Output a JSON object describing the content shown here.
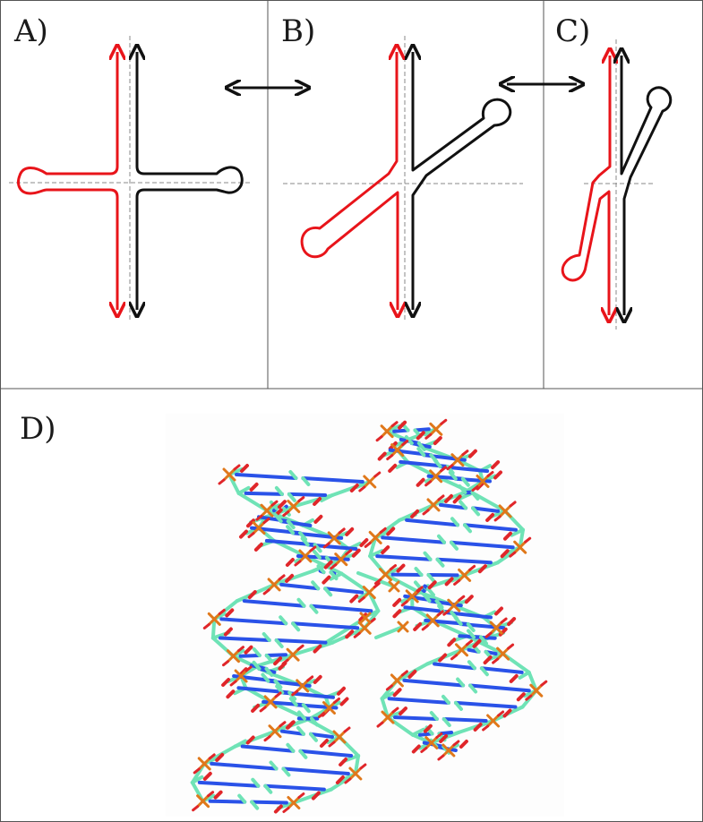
{
  "panels": {
    "a": {
      "label": "A)"
    },
    "b": {
      "label": "B)"
    },
    "c": {
      "label": "C)"
    },
    "d": {
      "label": "D)"
    }
  },
  "colors": {
    "strand_red": "#e8141a",
    "strand_black": "#111111",
    "border": "#555555",
    "guide": "#888888",
    "carbon": "#6fe3b6",
    "nitrogen": "#2a52e8",
    "oxygen": "#e0262a",
    "phosphorus": "#e0781a"
  }
}
